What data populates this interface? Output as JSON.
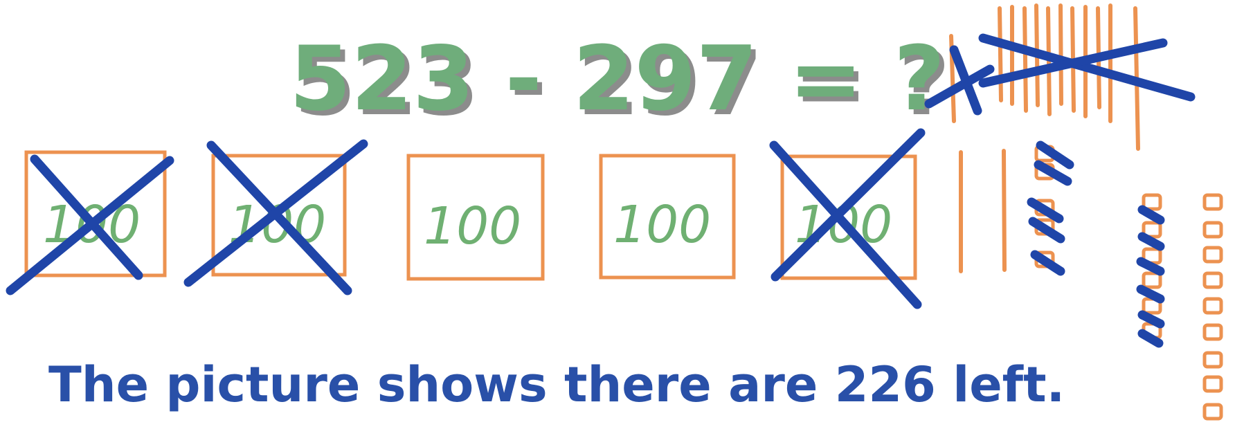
{
  "equation": "523 - 297 = ?",
  "hundred_label": "100",
  "hundreds": [
    {
      "label": "100",
      "crossed": true
    },
    {
      "label": "100",
      "crossed": true
    },
    {
      "label": "100",
      "crossed": false
    },
    {
      "label": "100",
      "crossed": false
    },
    {
      "label": "100",
      "crossed": true
    }
  ],
  "caption": "The picture shows there are 226 left.",
  "colors": {
    "equation_fill": "#6fad7b",
    "equation_shadow": "#8c8c8c",
    "block_outline": "#ec9250",
    "label_green": "#6fb072",
    "cross_blue": "#1f45a8",
    "caption_blue": "#2950a8"
  }
}
